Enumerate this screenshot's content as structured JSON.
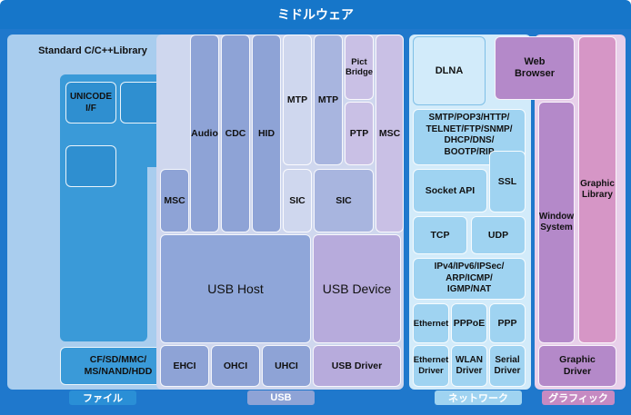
{
  "title": "ミドルウェア",
  "categories": {
    "file": "ファイル",
    "usb": "USB",
    "network": "ネットワーク",
    "graphics": "グラフィック"
  },
  "file": {
    "std_lib": "Standard C/C++Library",
    "unicode": "UNICODE\nI/F",
    "cf": "CF/SD/MMC/\nMS/NAND/HDD"
  },
  "usb": {
    "audio": "Audio",
    "cdc": "CDC",
    "hid": "HID",
    "mtp1": "MTP",
    "mtp2": "MTP",
    "pict": "Pict\nBridge",
    "ptp": "PTP",
    "msc_dev": "MSC",
    "msc_host": "MSC",
    "sic1": "SIC",
    "sic2": "SIC",
    "host": "USB Host",
    "device": "USB Device",
    "ehci": "EHCI",
    "ohci": "OHCI",
    "uhci": "UHCI",
    "driver": "USB Driver"
  },
  "network": {
    "dlna": "DLNA",
    "protocols": "SMTP/POP3/HTTP/\nTELNET/FTP/SNMP/\nDHCP/DNS/\nBOOTP/RIP",
    "ssl": "SSL",
    "socket": "Socket API",
    "tcp": "TCP",
    "udp": "UDP",
    "ip": "IPv4/IPv6/IPSec/\nARP/ICMP/\nIGMP/NAT",
    "ethernet": "Ethernet",
    "pppoe": "PPPoE",
    "ppp": "PPP",
    "eth_driver": "Ethernet\nDriver",
    "wlan_driver": "WLAN\nDriver",
    "serial_driver": "Serial\nDriver"
  },
  "graphics": {
    "web": "Web\nBrowser",
    "window": "Window\nSystem",
    "lib": "Graphic\nLibrary",
    "driver": "Graphic\nDriver"
  }
}
